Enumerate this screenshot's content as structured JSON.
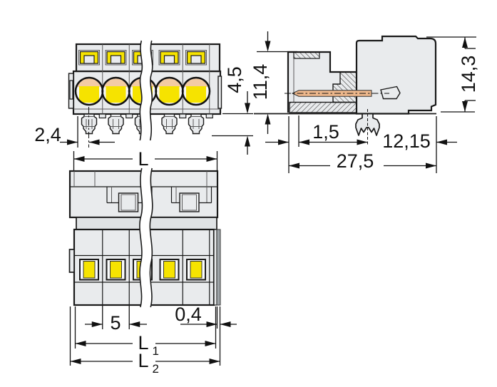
{
  "colors": {
    "yellow": "#f6e300",
    "copper": "#eeb88c",
    "copper_light": "#f3cba4",
    "strip_dark": "#9ea4a8",
    "body": "#e9ebed",
    "outline": "#1a1a1a"
  },
  "views": {
    "front": {
      "dims": {
        "edge_to_pin": "2,4",
        "pin_length": "4,5"
      }
    },
    "side": {
      "dims": {
        "shroud_height": "11,4",
        "total_height": "14,3",
        "wall_thickness": "1,5",
        "latch_to_end": "12,15",
        "total_depth": "27,5"
      }
    },
    "bottom": {
      "dims": {
        "length_label": "L",
        "pole_pitch": "5",
        "end_wall": "0,4",
        "l1": {
          "base": "L",
          "sub": "1"
        },
        "l2": {
          "base": "L",
          "sub": "2"
        }
      }
    }
  }
}
